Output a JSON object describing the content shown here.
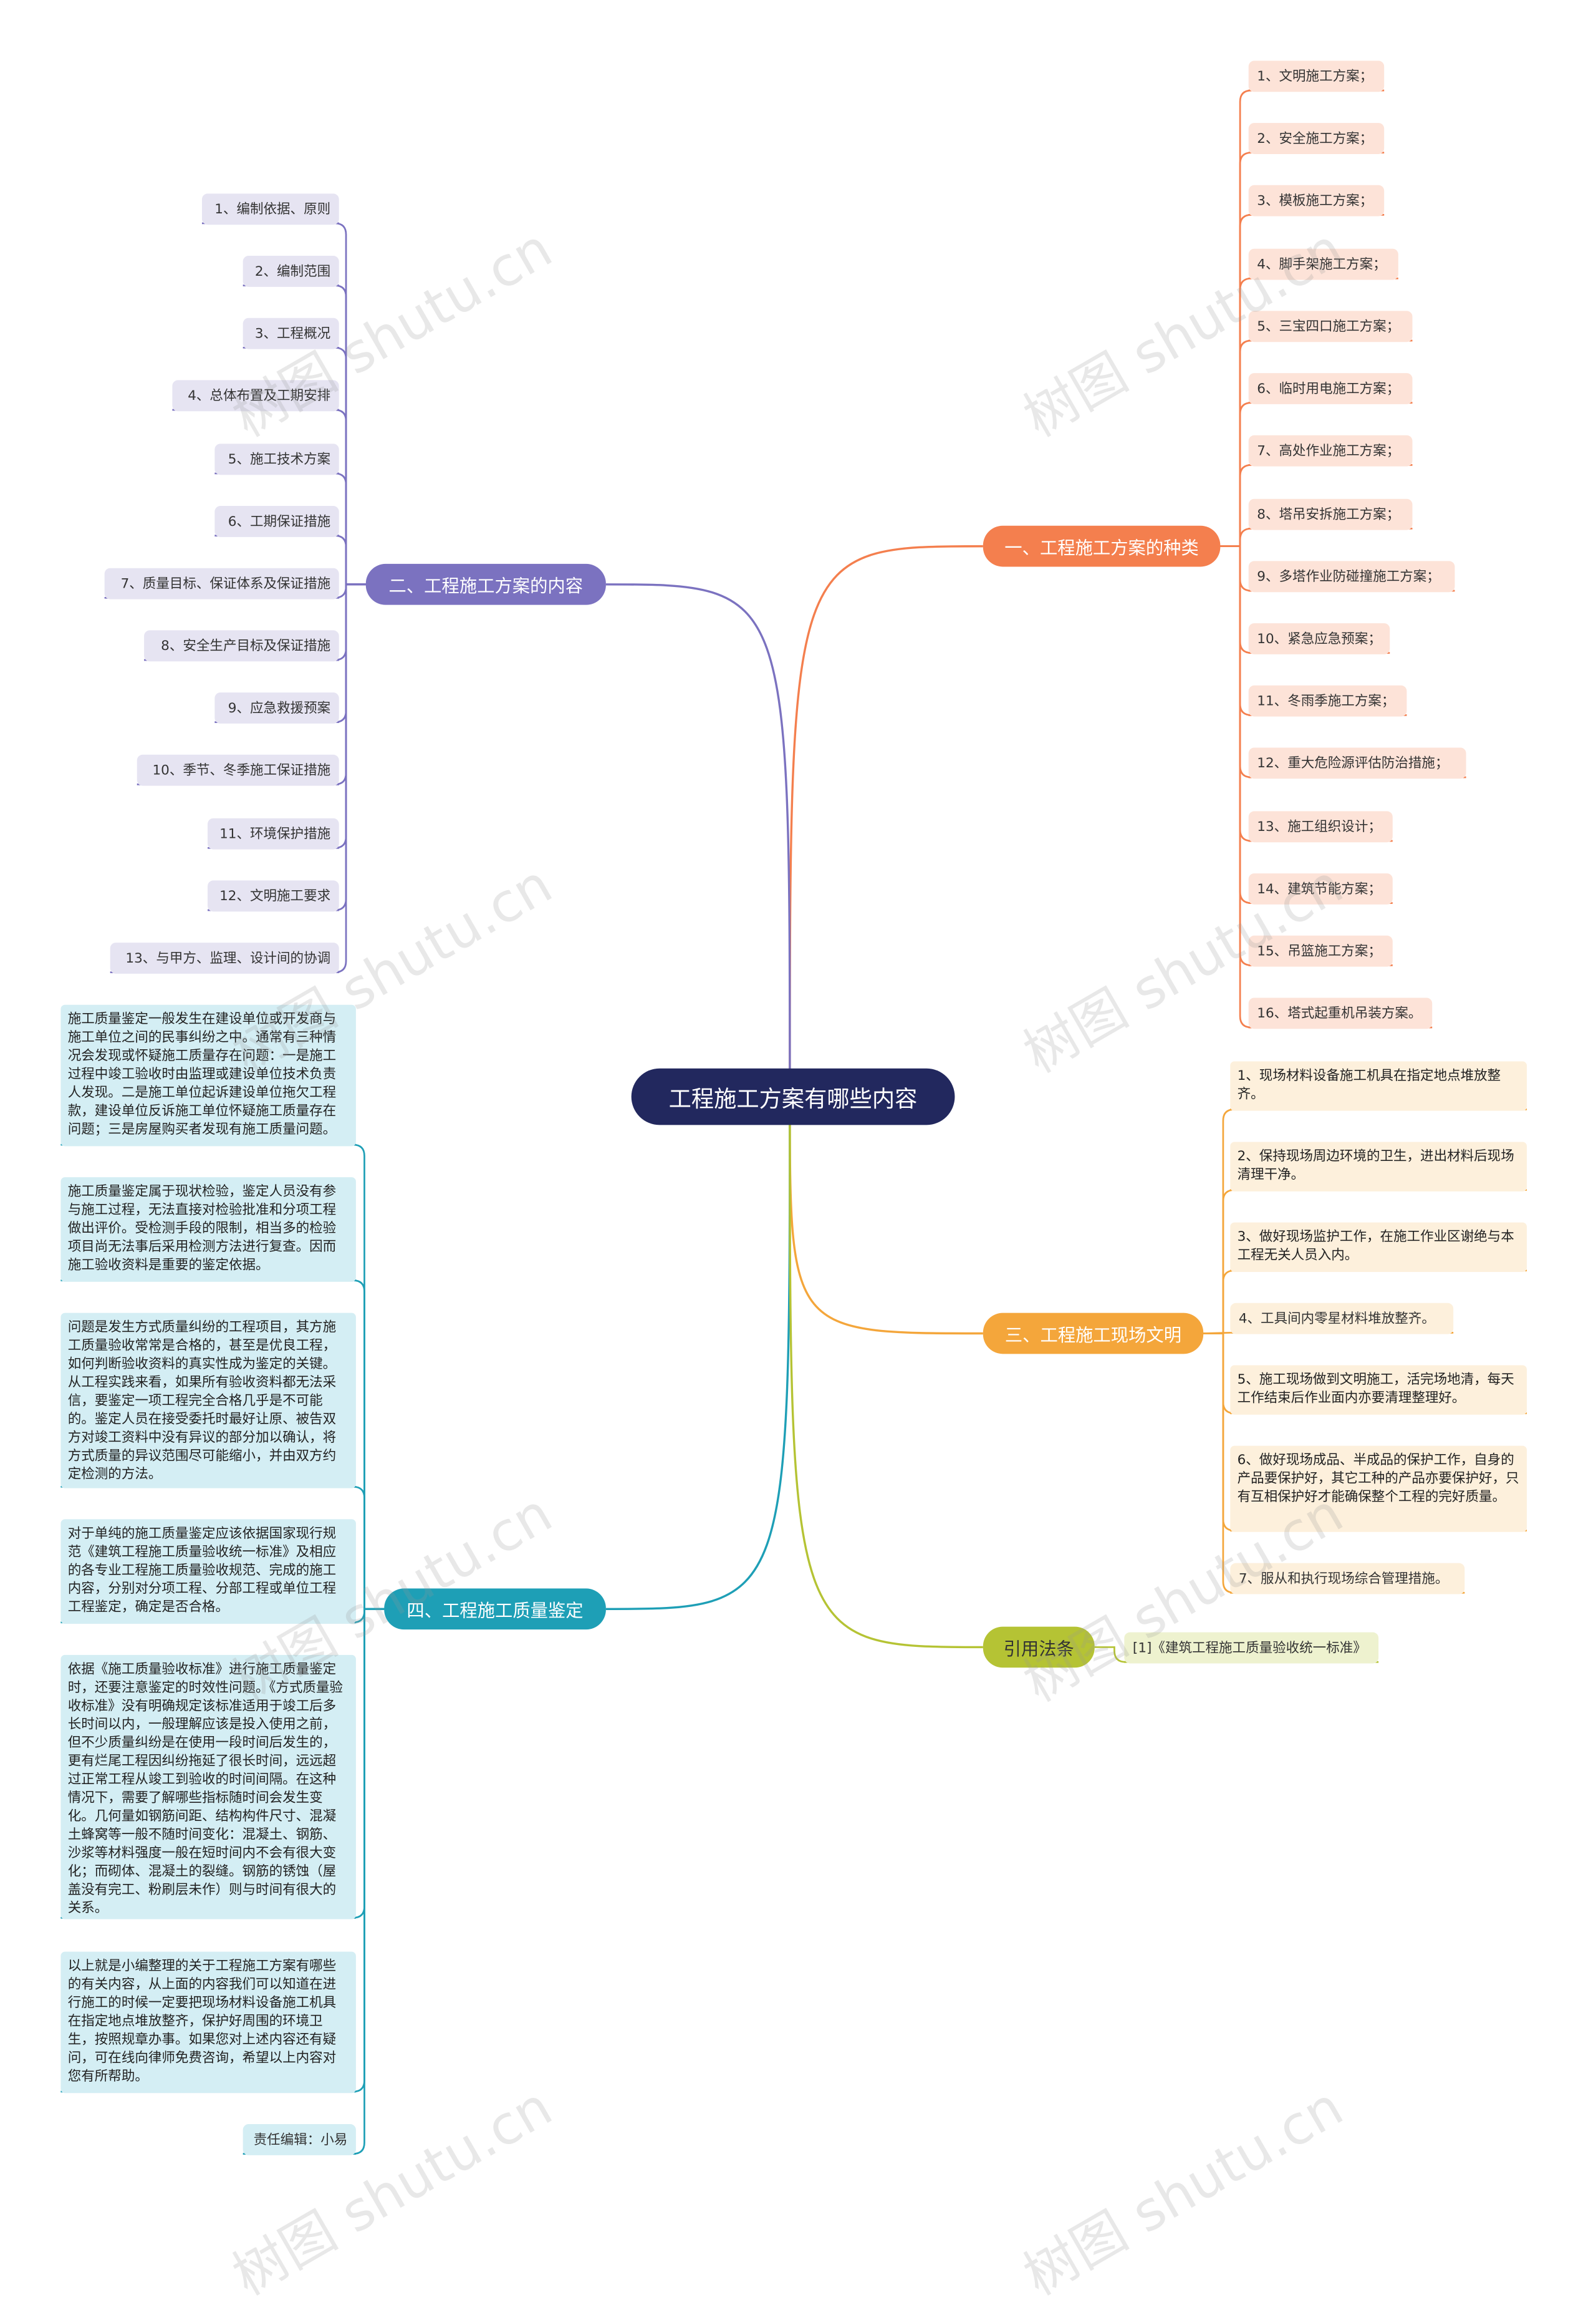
{
  "center": "工程施工方案有哪些内容",
  "branches": {
    "types": {
      "label": "一、工程施工方案的种类",
      "color": "#f47f4e",
      "items": [
        "1、文明施工方案；",
        "2、安全施工方案；",
        "3、模板施工方案；",
        "4、脚手架施工方案；",
        "5、三宝四口施工方案；",
        "6、临时用电施工方案；",
        "7、高处作业施工方案；",
        "8、塔吊安拆施工方案；",
        "9、多塔作业防碰撞施工方案；",
        "10、紧急应急预案；",
        "11、冬雨季施工方案；",
        "12、重大危险源评估防治措施；",
        "13、施工组织设计；",
        "14、建筑节能方案；",
        "15、吊篮施工方案；",
        "16、塔式起重机吊装方案。"
      ]
    },
    "content": {
      "label": "二、工程施工方案的内容",
      "color": "#7b72c0",
      "items": [
        "1、编制依据、原则",
        "2、编制范围",
        "3、工程概况",
        "4、总体布置及工期安排",
        "5、施工技术方案",
        "6、工期保证措施",
        "7、质量目标、保证体系及保证措施",
        "8、安全生产目标及保证措施",
        "9、应急救援预案",
        "10、季节、冬季施工保证措施",
        "11、环境保护措施",
        "12、文明施工要求",
        "13、与甲方、监理、设计间的协调"
      ]
    },
    "civil": {
      "label": "三、工程施工现场文明",
      "color": "#f4a63b",
      "items": [
        "1、现场材料设备施工机具在指定地点堆放整齐。",
        "2、保持现场周边环境的卫生，进出材料后现场清理干净。",
        "3、做好现场监护工作，在施工作业区谢绝与本工程无关人员入内。",
        "4、工具间内零星材料堆放整齐。",
        "5、施工现场做到文明施工，活完场地清，每天工作结束后作业面内亦要清理整理好。",
        "6、做好现场成品、半成品的保护工作，自身的产品要保护好，其它工种的产品亦要保护好，只有互相保护好才能确保整个工程的完好质量。",
        "7、服从和执行现场综合管理措施。"
      ]
    },
    "quality": {
      "label": "四、工程施工质量鉴定",
      "color": "#1e9fb6",
      "items": [
        "施工质量鉴定一般发生在建设单位或开发商与施工单位之间的民事纠纷之中。通常有三种情况会发现或怀疑施工质量存在问题：一是施工过程中竣工验收时由监理或建设单位技术负责人发现。二是施工单位起诉建设单位拖欠工程款，建设单位反诉施工单位怀疑施工质量存在问题；三是房屋购买者发现有施工质量问题。",
        "施工质量鉴定属于现状检验，鉴定人员没有参与施工过程，无法直接对检验批准和分项工程做出评价。受检测手段的限制，相当多的检验项目尚无法事后采用检测方法进行复查。因而施工验收资料是重要的鉴定依据。",
        "问题是发生方式质量纠纷的工程项目，其方施工质量验收常常是合格的，甚至是优良工程，如何判断验收资料的真实性成为鉴定的关键。从工程实践来看，如果所有验收资料都无法采信，要鉴定一项工程完全合格几乎是不可能的。鉴定人员在接受委托时最好让原、被告双方对竣工资料中没有异议的部分加以确认，将方式质量的异议范围尽可能缩小，并由双方约定检测的方法。",
        "对于单纯的施工质量鉴定应该依据国家现行规范《建筑工程施工质量验收统一标准》及相应的各专业工程施工质量验收规范、完成的施工内容，分别对分项工程、分部工程或单位工程工程鉴定，确定是否合格。",
        "依据《施工质量验收标准》进行施工质量鉴定时，还要注意鉴定的时效性问题。《方式质量验收标准》没有明确规定该标准适用于竣工后多长时间以内，一般理解应该是投入使用之前，但不少质量纠纷是在使用一段时间后发生的，更有烂尾工程因纠纷拖延了很长时间，远远超过正常工程从竣工到验收的时间间隔。在这种情况下，需要了解哪些指标随时间会发生变化。几何量如钢筋间距、结构构件尺寸、混凝土蜂窝等一般不随时间变化：混凝土、钢筋、沙浆等材料强度一般在短时间内不会有很大变化；而砌体、混凝土的裂缝。钢筋的锈蚀（屋盖没有完工、粉刷层未作）则与时间有很大的关系。",
        "以上就是小编整理的关于工程施工方案有哪些的有关内容，从上面的内容我们可以知道在进行施工的时候一定要把现场材料设备施工机具在指定地点堆放整齐，保护好周围的环境卫生，按照规章办事。如果您对上述内容还有疑问，可在线向律师免费咨询，希望以上内容对您有所帮助。",
        "责任编辑：小易"
      ]
    },
    "law": {
      "label": "引用法条",
      "color": "#b5c334",
      "items": [
        "[1]《建筑工程施工质量验收统一标准》"
      ]
    }
  },
  "watermark": "树图 shutu.cn"
}
